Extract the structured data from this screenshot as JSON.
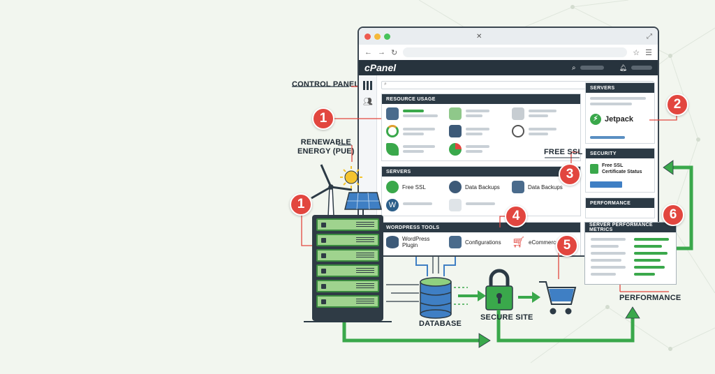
{
  "labels": {
    "control_panel": "CONTROL PANEL",
    "renewable_energy": "RENEWABLE\nENERGY (PUE)",
    "free_ssl": "FREE SSL",
    "database": "DATABASE",
    "secure_site": "SECURE SITE",
    "performance": "PERFORMANCE"
  },
  "badges": [
    "1",
    "1",
    "2",
    "3",
    "4",
    "5",
    "6"
  ],
  "cpanel": {
    "logo": "cPanel",
    "resource_usage": "RESOURCE USAGE",
    "servers_main": "SERVERS",
    "wordpress_tools": "WORDPRESS TOOLS",
    "servers_side": "SERVERS",
    "security": "SECURITY",
    "performance_panel": "PERFORMANCE",
    "server_metrics": "SERVER PERFORMANCE METRICS",
    "items": {
      "free_ssl": "Free SSL",
      "data_backups_1": "Data Backups",
      "data_backups_2": "Data Backups",
      "wordpress_plugin": "WordPress\nPlugin",
      "configurations": "Configurations",
      "ecommerce": "eCommerce",
      "jetpack": "Jetpack",
      "ssl_status": "Free SSL\nCertificate Status"
    }
  },
  "colors": {
    "accent_green": "#3aa84b",
    "badge_red": "#e2463f",
    "dark": "#2c3a45"
  }
}
